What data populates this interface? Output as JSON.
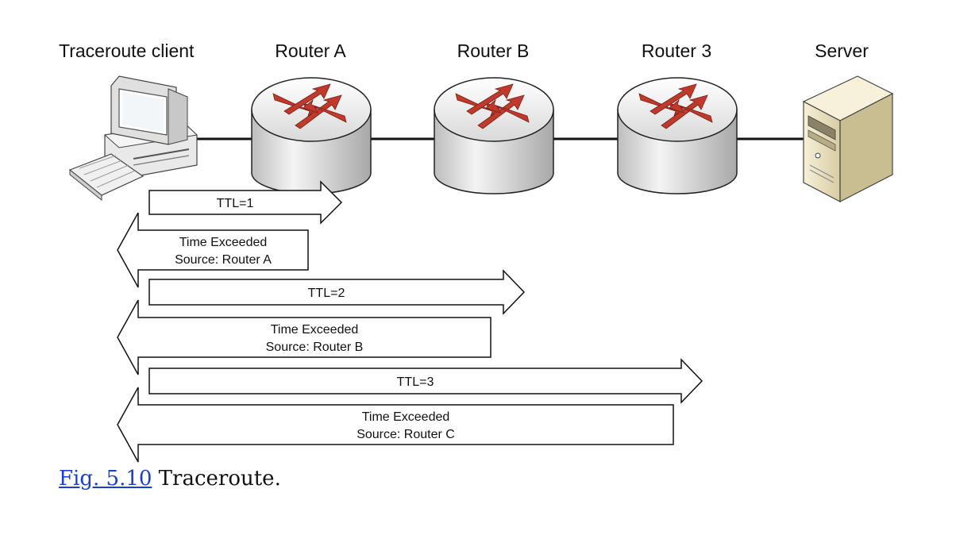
{
  "nodes": [
    {
      "id": "client",
      "label": "Traceroute client",
      "icon": "desktop-computer-icon"
    },
    {
      "id": "router-a",
      "label": "Router A",
      "icon": "router-icon"
    },
    {
      "id": "router-b",
      "label": "Router B",
      "icon": "router-icon"
    },
    {
      "id": "router-3",
      "label": "Router 3",
      "icon": "router-icon"
    },
    {
      "id": "server",
      "label": "Server",
      "icon": "server-tower-icon"
    }
  ],
  "messages": [
    {
      "direction": "forward",
      "lines": [
        "TTL=1"
      ]
    },
    {
      "direction": "back",
      "lines": [
        "Time Exceeded",
        "Source: Router A"
      ]
    },
    {
      "direction": "forward",
      "lines": [
        "TTL=2"
      ]
    },
    {
      "direction": "back",
      "lines": [
        "Time Exceeded",
        "Source: Router B"
      ]
    },
    {
      "direction": "forward",
      "lines": [
        "TTL=3"
      ]
    },
    {
      "direction": "back",
      "lines": [
        "Time Exceeded",
        "Source: Router C"
      ]
    }
  ],
  "colors": {
    "router_arrow": "#c0392b",
    "router_body": "#e6e6e6",
    "link_line": "#111111",
    "server_body": "#efe6c8",
    "caption_link": "#1a3fd1"
  },
  "caption": {
    "link_text": "Fig. 5.10",
    "text": " Traceroute."
  }
}
